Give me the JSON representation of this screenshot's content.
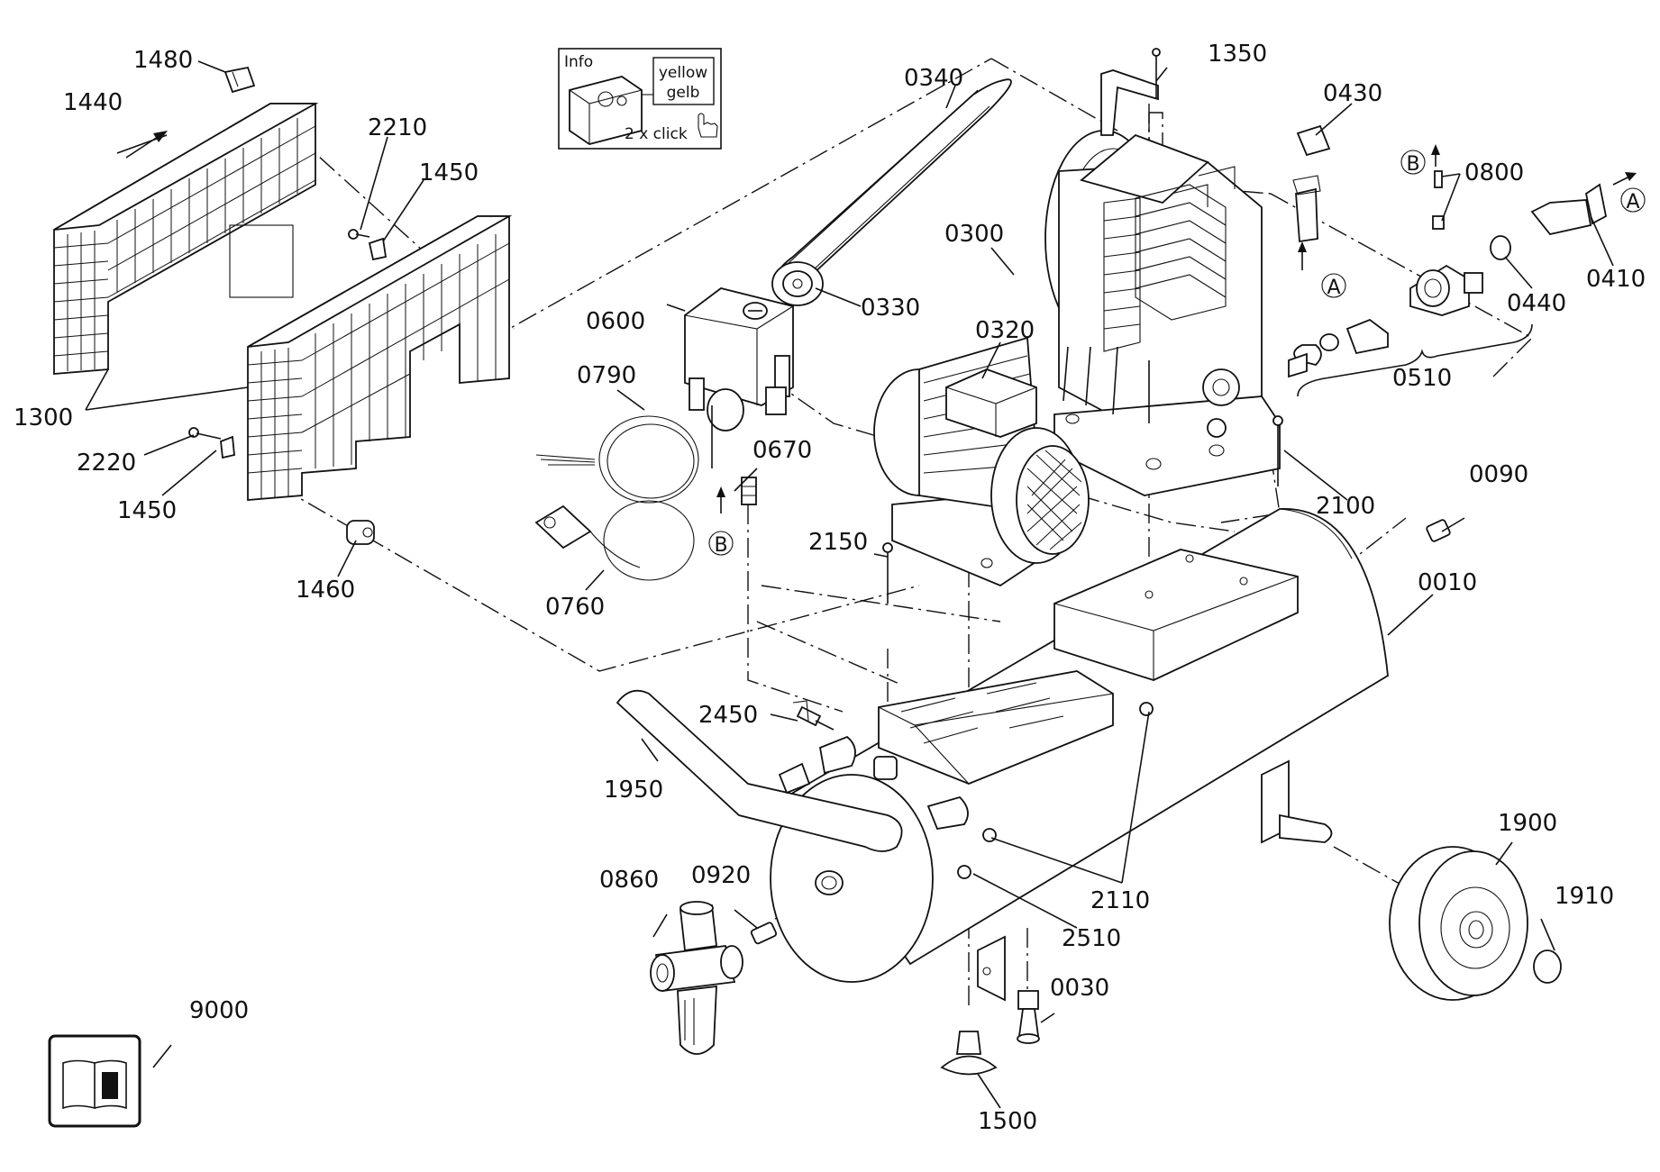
{
  "info_box": {
    "title": "Info",
    "label_yellow": "yellow",
    "label_gelb": "gelb",
    "hint": "2 x click"
  },
  "markers": {
    "a": "A",
    "b": "B"
  },
  "part_numbers": {
    "p1480": "1480",
    "p1440": "1440",
    "p2210": "2210",
    "p1450a": "1450",
    "p1300": "1300",
    "p2220": "2220",
    "p1450b": "1450",
    "p1460": "1460",
    "p0340": "0340",
    "p1350": "1350",
    "p0430": "0430",
    "p0800": "0800",
    "p0300": "0300",
    "p0330": "0330",
    "p0410": "0410",
    "p0440": "0440",
    "p0600": "0600",
    "p0790": "0790",
    "p0320": "0320",
    "p0510": "0510",
    "p0670": "0670",
    "p2100": "2100",
    "p0090": "0090",
    "p2150": "2150",
    "p0760": "0760",
    "p0010": "0010",
    "p2450": "2450",
    "p1950": "1950",
    "p1900": "1900",
    "p0860": "0860",
    "p0920": "0920",
    "p2110": "2110",
    "p1910": "1910",
    "p2510": "2510",
    "p0030": "0030",
    "p9000": "9000",
    "p1500": "1500"
  }
}
